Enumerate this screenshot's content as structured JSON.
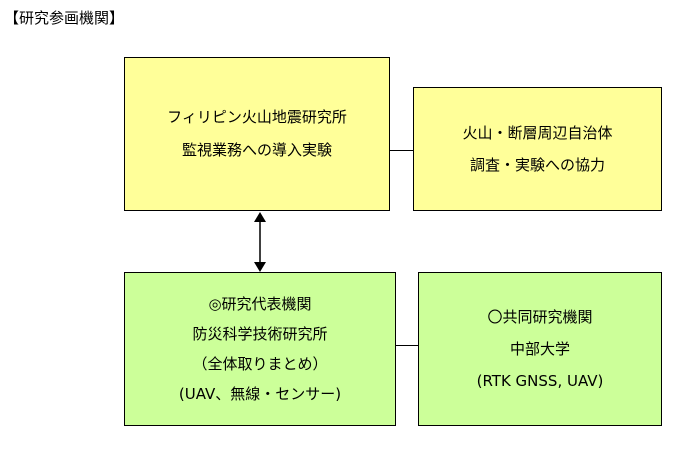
{
  "heading": "【研究参画機関】",
  "boxes": {
    "philippines": {
      "line1": "フィリピン火山地震研究所",
      "line2": "監視業務への導入実験"
    },
    "local_gov": {
      "line1": "火山・断層周辺自治体",
      "line2": "調査・実験への協力"
    },
    "nied": {
      "line1": "◎研究代表機関",
      "line2": "防災科学技術研究所",
      "line3": "（全体取りまとめ）",
      "line4": "(UAV、無線・センサー)"
    },
    "chubu": {
      "line1": "〇共同研究機関",
      "line2": "中部大学",
      "line3": "(RTK GNSS, UAV)"
    }
  },
  "colors": {
    "yellow_fill": "#ffff99",
    "green_fill": "#ccff99",
    "stroke": "#000000"
  }
}
